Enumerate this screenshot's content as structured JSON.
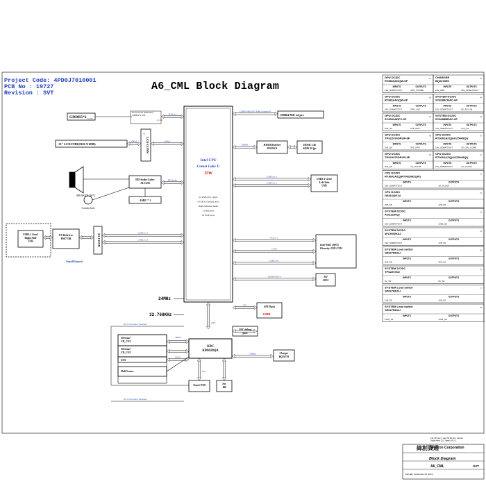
{
  "header": {
    "project_code": "Project Code: 4PD0J7010001",
    "pcb": "PCB    No : 19727",
    "revision": "Revision : SVT"
  },
  "title": "A6_CML Block Diagram",
  "cpu": {
    "line1": "Intel CPU",
    "line2": "Comet Lake U",
    "line3": "15W",
    "notes": [
      "10 USB 2.0/3.1 ports",
      "6 USB 3.1Gen1(6) ports",
      "High Definition Audio",
      "3 SATA ports",
      "16 PCIE ports"
    ]
  },
  "blocks": {
    "gddr": "GDDR5*2",
    "gddr_pg": "81~82",
    "ddr4": "DDR4 MD x4 pcs",
    "lcd": "13\" LCD FHD(1920 X1080)",
    "lcd_conn": "LCD CONN",
    "lcd_conn_pg": "37",
    "hdmi_redriver": "HDMI Redriver\nPS8201A",
    "hdmi_conn": "HDMI 1.4b\n4K2K 30 fps",
    "audio_codec": "HD Audio Codec\nALC256",
    "amic": "AMIC * 1",
    "speaker": "SPEAKER 2W*2",
    "combo_jack": "Combo Jack",
    "usb_left": "USB3.1 Gen1\nLeft Side\nUSB",
    "usb_right": "USB3.1 Gen1\nRight Side\nUSB",
    "redriver": "U3 Redriver\nPS8713B",
    "io_conn": "IO CONN",
    "small_board": "Small board",
    "wlan": "Intel 9462 (JfP2)\nDiversity 2230 CNVi",
    "ssd": "M2\nSSD1",
    "spi_flash": "SPI Flash",
    "spi_size": "16MB",
    "lpc_debug": "LPC debug\nport",
    "kbc": "KBC\nKB9028QA",
    "thermal1": "Thermal\nVD_UN1",
    "thermal2": "Thermal\nVD_UN2",
    "fan": "FAN",
    "hall": "Hall Sensor",
    "touchpad": "Touch PAD",
    "int_kb": "Int.\nKB",
    "charger": "Charger\nBQ24781"
  },
  "clocks": {
    "c24": "24MHz",
    "c32": "32.768KHz"
  },
  "buses": {
    "pcie_x4": "PCIE x 4",
    "ddr4_bus": "DDR4 2400/2667 MHz Channel B",
    "edp": "eDPx2",
    "edp2": "eDPx2",
    "hdmi": "HDMI",
    "hda": "HD Audio",
    "usb30_a": "USB3.0 x 1",
    "usb20_a": "USB2.0 x 1",
    "usb30_b": "USB3.0 x 1",
    "usb20_b": "USB2.0 x 1",
    "pcie_x1": "PCIe x 1",
    "cnvi": "CNVi",
    "usb20_c": "USB2.0 x 1",
    "sata": "SATA/PCIE*4",
    "spi": "SPI",
    "espi": "eSPI",
    "smbus": "SMBus",
    "i2c_top": "I2C for Precision Touchpad",
    "i2c_bot": "I2C for Precision Touchpad",
    "ps2": "PS/2",
    "pwm": "PWM",
    "gddr_bus": "N17S-G2-A1 (N0Y2501)\n256Mbit*2 2Gb",
    "gddr_pgs": "21~68"
  },
  "power_rails": [
    {
      "name": "GPU DC/DC\nRT8816AGQW-6P",
      "page": "65",
      "in": "19V_SOBATTOUT",
      "out": "GPU_VCORE"
    },
    {
      "name": "CHARGER\nBQ24780S",
      "page": "44",
      "in": "19V_ADP",
      "out": "19V_SOBATTOUT"
    },
    {
      "name": "GPU DC/DC\nRT8816AGQW-6P",
      "page": "66",
      "in": "19V_SOBATTOUT",
      "out": "GPU_1V5"
    },
    {
      "name": "SYSTEM DC/DC\nSY8288CRAC-6P",
      "page": "48",
      "in": "19V_SOBATTOUT",
      "out": "5V_3V3_S5"
    },
    {
      "name": "GPU DC/DC\nSY8003ADFC-6P",
      "page": "67",
      "in": "3V3_S5",
      "out": "1V8_GPU"
    },
    {
      "name": "SYSTEM DC/DC\nSY8288BRAC-6P",
      "page": "49",
      "in": "19V_SOBATTOUT",
      "out": "1V2_S3"
    },
    {
      "name": "GPU DC/DC\nTPS22976DPUR-6P",
      "page": "68",
      "in": "3V3_S5",
      "out": "3V3_GPU"
    },
    {
      "name": "CPU DC/DC\nRT3602AZQ(AOZ5049QI)",
      "page": "50",
      "in": "19V_SOBATTOUT",
      "out": "1V_CPU_CORE"
    },
    {
      "name": "GPU DC/DC\nTPS22976DPUR-6P",
      "page": "69",
      "in": "3V3_S5",
      "out": "1V_VCCST"
    },
    {
      "name": "CPU DC/DC\nRT3602AZQ(AOZ5049QI)",
      "page": "51",
      "in": "19V_SOBATTOUT",
      "out": "1V_VCCGT"
    },
    {
      "name": "CPU DC/DC\nRT3602AZQ(RT9610BZQW)",
      "page": "52",
      "in": "19V_SOBATTOUT",
      "out": "1V_VCCSA"
    },
    {
      "name": "CPU DC/DC\nG5416QG1U",
      "page": "53",
      "in": "3V3_S5",
      "out": "1V8_S5"
    },
    {
      "name": "SYSTEM DC/DC\nAOZ2260QI",
      "page": "54",
      "in": "19V_SOBATTOUT",
      "out": "1V05_S5"
    },
    {
      "name": "SYSTEM DC/DC\n4FL5930KA1",
      "page": "52",
      "in": "19V_SOBATTOUT",
      "out": "1V8_S5"
    },
    {
      "name": "SYSTEM Load switch\nG5027RD1U",
      "page": "56",
      "in": "3V3_S5",
      "out": "3V3_S0"
    },
    {
      "name": "SYSTEM DC/DC\nTPS22976D",
      "page": "55",
      "in": "5V_S5",
      "out": "5V_S0"
    },
    {
      "name": "SYSTEM Load switch\nG5027RD1U",
      "page": "57",
      "in": "1V8_S5",
      "out": "1V8_S0"
    },
    {
      "name": "SYSTEM Load switch\nG5027RD1U",
      "page": "58",
      "in": "1V05_S5",
      "out": "1V05_S0"
    }
  ],
  "io_labels": {
    "inputs": "INPUTS",
    "outputs": "OUTPUTS"
  },
  "titleblock": {
    "company": "Wistron Corporation",
    "address": "21F, 88, Sec.1, Hsin Tai Wu Rd., Hsichih,\nTaipei Hsien 221, Taiwan, R.O.C.",
    "chinese": "緯創資通",
    "sheet_title": "Block Diagram",
    "model": "A6_CML",
    "rev": "SVT",
    "date": "Monday, September 02, 2019"
  }
}
